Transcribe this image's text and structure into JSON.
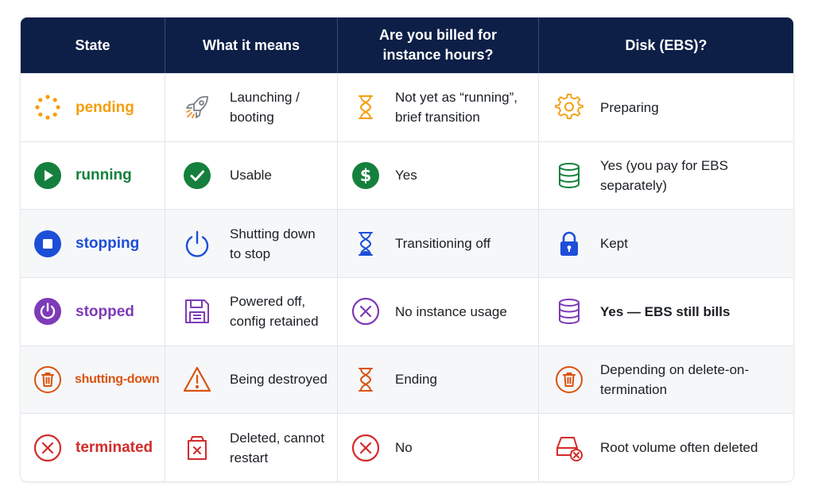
{
  "colors": {
    "header_bg": "#0d1f47",
    "pending": "#f59e0b",
    "running": "#15803d",
    "stopping": "#1d4ed8",
    "stopped": "#7e3ab8",
    "shutting_down": "#d9530f",
    "terminated": "#d42a2a"
  },
  "headers": {
    "state": "State",
    "meaning": "What it means",
    "billed": "Are you billed for instance hours?",
    "disk": "Disk (EBS)?"
  },
  "rows": [
    {
      "state": "pending",
      "state_icon": "dotted-circle-icon",
      "meaning": "Launching / booting",
      "meaning_icon": "rocket-icon",
      "billed": "Not yet as “running”, brief transition",
      "billed_icon": "hourglass-icon",
      "disk": "Preparing",
      "disk_icon": "gear-icon"
    },
    {
      "state": "running",
      "state_icon": "play-circle-icon",
      "meaning": "Usable",
      "meaning_icon": "check-circle-icon",
      "billed": "Yes",
      "billed_icon": "dollar-circle-icon",
      "disk": "Yes (you pay for EBS separately)",
      "disk_icon": "database-icon"
    },
    {
      "state": "stopping",
      "state_icon": "stop-circle-icon",
      "meaning": "Shutting down to stop",
      "meaning_icon": "power-icon",
      "billed": "Transitioning off",
      "billed_icon": "hourglass-icon",
      "disk": "Kept",
      "disk_icon": "lock-icon"
    },
    {
      "state": "stopped",
      "state_icon": "power-circle-icon",
      "meaning": "Powered off, config retained",
      "meaning_icon": "floppy-disk-icon",
      "billed": "No instance usage",
      "billed_icon": "x-circle-icon",
      "disk": "Yes — EBS still bills",
      "disk_icon": "database-icon"
    },
    {
      "state": "shutting-down",
      "state_icon": "trash-circle-icon",
      "meaning": "Being destroyed",
      "meaning_icon": "warning-triangle-icon",
      "billed": "Ending",
      "billed_icon": "hourglass-icon",
      "disk": "Depending on delete-on-termination",
      "disk_icon": "trash-circle-icon"
    },
    {
      "state": "terminated",
      "state_icon": "x-circle-icon",
      "meaning": "Deleted, cannot restart",
      "meaning_icon": "deleted-box-icon",
      "billed": "No",
      "billed_icon": "x-circle-icon",
      "disk": "Root volume often deleted",
      "disk_icon": "drive-delete-icon"
    }
  ]
}
